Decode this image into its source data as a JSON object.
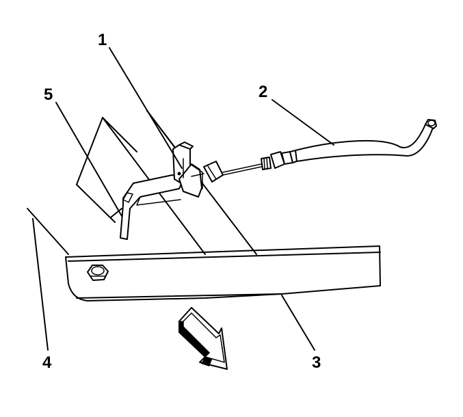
{
  "callouts": [
    {
      "id": "1",
      "text": "1"
    },
    {
      "id": "2",
      "text": "2"
    },
    {
      "id": "3",
      "text": "3"
    },
    {
      "id": "4",
      "text": "4"
    },
    {
      "id": "5",
      "text": "5"
    }
  ],
  "colors": {
    "ink": "#000000",
    "paper": "#ffffff"
  }
}
